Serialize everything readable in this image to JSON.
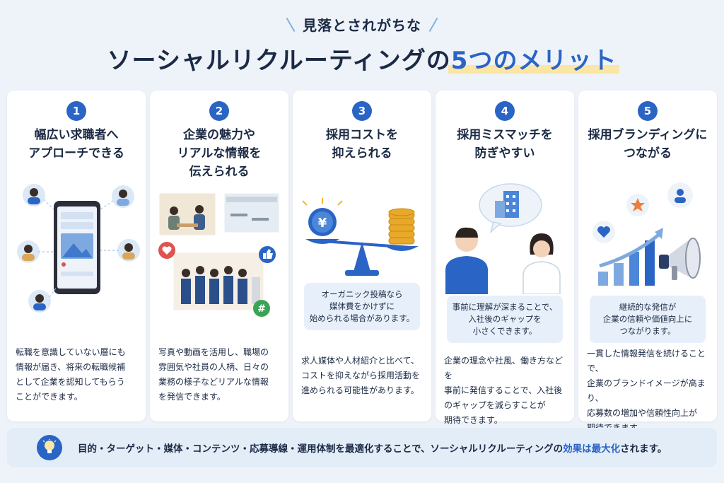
{
  "header": {
    "subtitle": "見落とされがちな",
    "title_main": "ソーシャルリクルーティングの",
    "title_accent": "5つのメリット"
  },
  "cards": [
    {
      "number": "1",
      "title": "幅広い求職者へ\nアプローチできる",
      "description": "転職を意識していない層にも\n情報が届き、将来の転職候補\nとして企業を認知してもらう\nことができます。"
    },
    {
      "number": "2",
      "title": "企業の魅力や\nリアルな情報を\n伝えられる",
      "description": "写真や動画を活用し、職場の\n雰囲気や社員の人柄、日々の\n業務の様子などリアルな情報\nを発信できます。"
    },
    {
      "number": "3",
      "title": "採用コストを\n抑えられる",
      "note": "オーガニック投稿なら\n媒体費をかけずに\n始められる場合があります。",
      "description": "求人媒体や人材紹介と比べて、\nコストを抑えながら採用活動を\n進められる可能性があります。"
    },
    {
      "number": "4",
      "title": "採用ミスマッチを\n防ぎやすい",
      "note": "事前に理解が深まることで、\n入社後のギャップを\n小さくできます。",
      "description": "企業の理念や社風、働き方などを\n事前に発信することで、入社後\nのギャップを減らすことが\n期待できます。"
    },
    {
      "number": "5",
      "title": "採用ブランディングに\nつながる",
      "note": "継続的な発信が\n企業の信頼や価値向上に\nつながります。",
      "description": "一貫した情報発信を続けることで、\n企業のブランドイメージが高まり、\n応募数の増加や信頼性向上が\n期待できます。"
    }
  ],
  "footer": {
    "text_before": "目的・ターゲット・媒体・コンテンツ・応募導線・運用体制を最適化することで、ソーシャルリクルーティングの",
    "text_highlight": "効果は最大化",
    "text_after": "されます。"
  },
  "icons": [
    "lightbulb-icon",
    "heart-icon",
    "like-icon",
    "hashtag-icon",
    "yen-coin-icon",
    "star-icon",
    "user-icon",
    "megaphone-icon",
    "building-icon"
  ],
  "colors": {
    "accent": "#2a64c5",
    "highlight": "#fbe6a3",
    "note_bg": "#e7f0fa",
    "page_bg": "#eef3f9"
  }
}
